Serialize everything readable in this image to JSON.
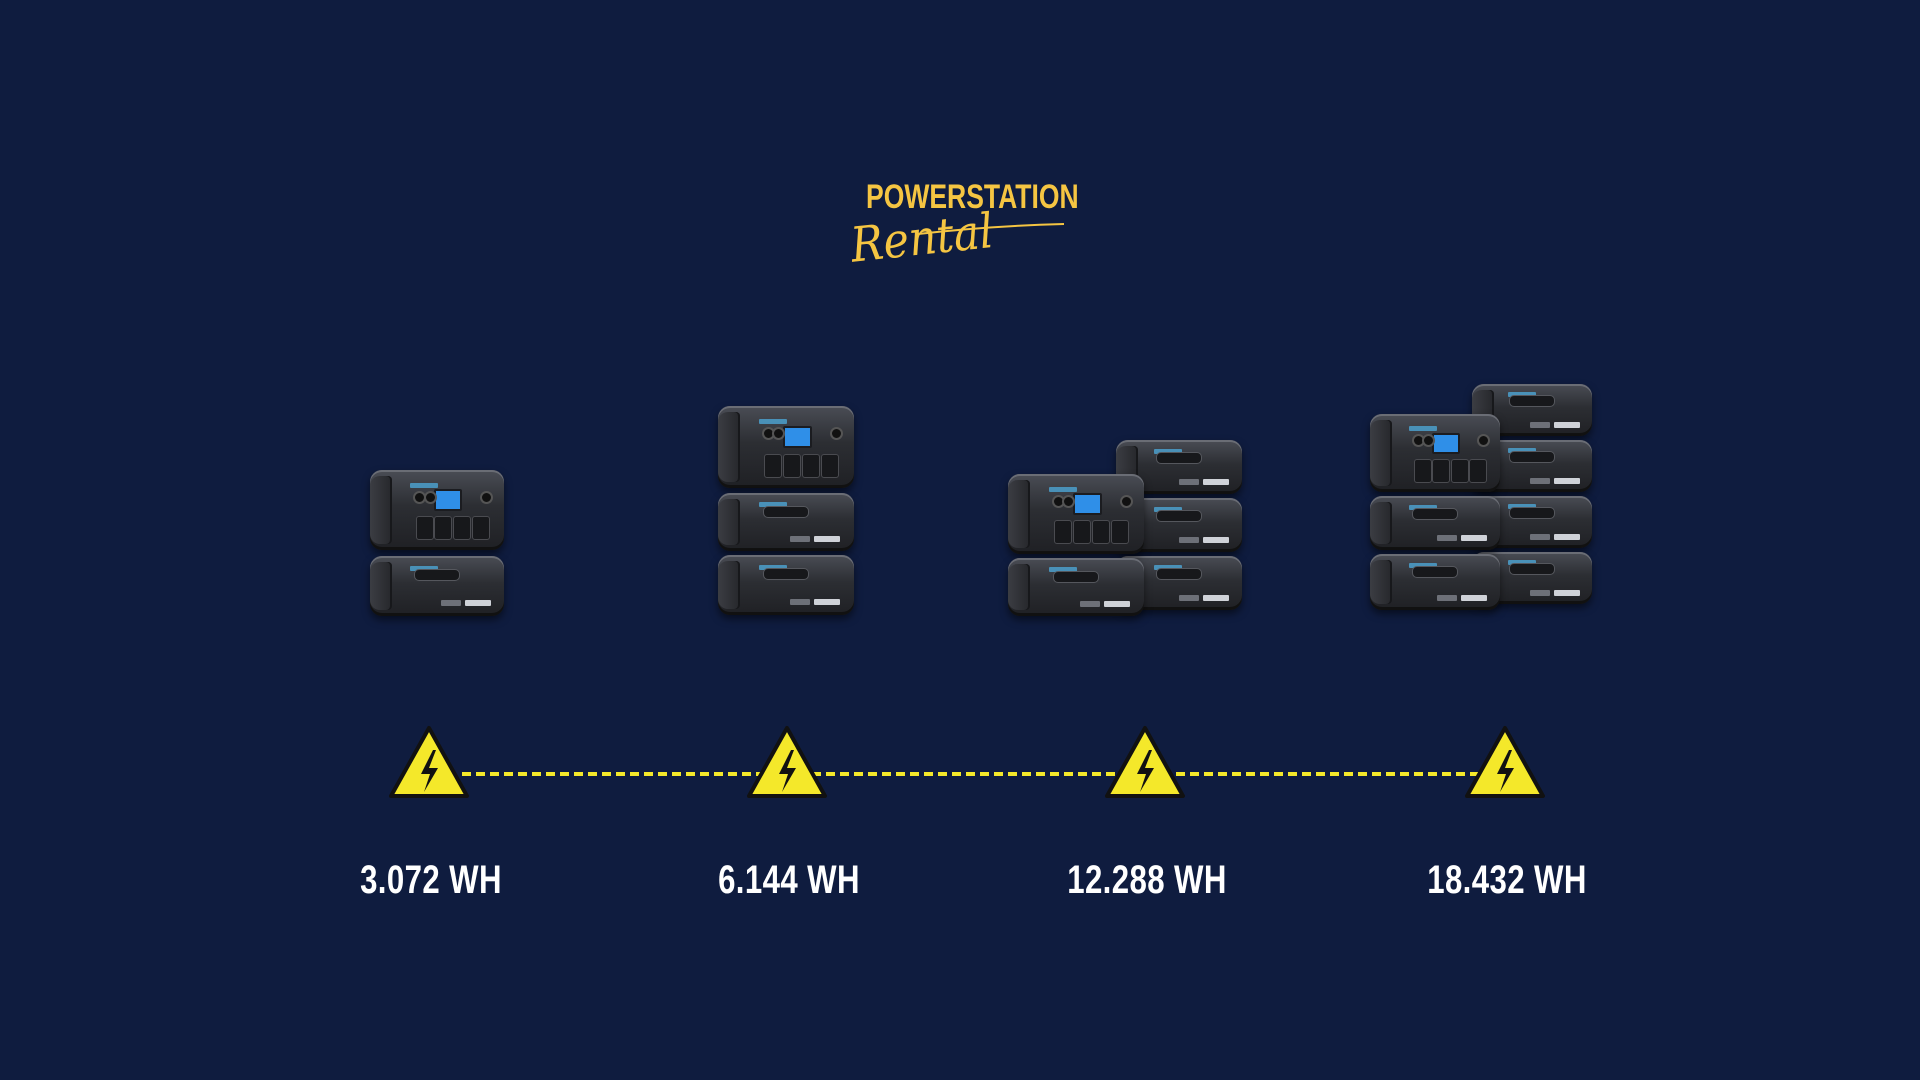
{
  "logo": {
    "line1": "POWERSTATION",
    "line2": "Rental",
    "color": "#f5c542"
  },
  "background_color": "#0f1c3f",
  "warning_color": "#f4e82a",
  "connector_color": "#f4e82a",
  "levels": [
    {
      "label": "3.072 WH",
      "icon": "high-voltage-warning-icon"
    },
    {
      "label": "6.144 WH",
      "icon": "high-voltage-warning-icon"
    },
    {
      "label": "12.288 WH",
      "icon": "high-voltage-warning-icon"
    },
    {
      "label": "18.432 WH",
      "icon": "high-voltage-warning-icon"
    }
  ]
}
